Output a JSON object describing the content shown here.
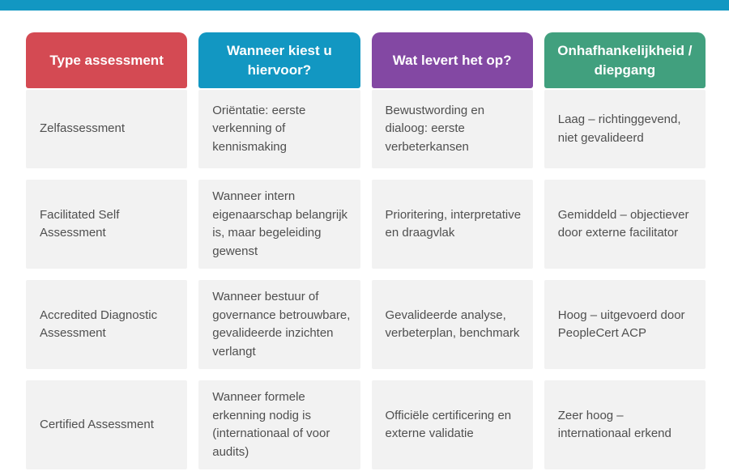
{
  "page": {
    "accent_bar_color": "#1297c2",
    "cell_background": "#f2f2f2",
    "cell_text_color": "#4f4f4f"
  },
  "chart_data": {
    "type": "table",
    "title": "",
    "columns": [
      {
        "label": "Type assessment",
        "color": "#d44a53"
      },
      {
        "label": "Wanneer kiest u hiervoor?",
        "color": "#1297c2"
      },
      {
        "label": "Wat levert het op?",
        "color": "#8348a3"
      },
      {
        "label": "Onhafhankelijkheid / diepgang",
        "color": "#41a07e"
      }
    ],
    "rows": [
      {
        "cells": [
          "Zelfassessment",
          "Oriëntatie: eerste verkenning of kennismaking",
          "Bewustwording en dialoog: eerste verbeterkansen",
          "Laag – richtinggevend, niet gevalideerd"
        ]
      },
      {
        "cells": [
          "Facilitated Self Assessment",
          "Wanneer intern eigenaarschap belangrijk is, maar begeleiding gewenst",
          "Prioritering, interpretative en draagvlak",
          "Gemiddeld – objectiever door externe facilitator"
        ]
      },
      {
        "cells": [
          "Accredited Diagnostic Assessment",
          "Wanneer bestuur of governance betrouwbare, gevalideerde inzichten verlangt",
          "Gevalideerde analyse, verbeterplan, benchmark",
          "Hoog – uitgevoerd door PeopleCert ACP"
        ]
      },
      {
        "cells": [
          "Certified Assessment",
          "Wanneer formele erkenning nodig is (internationaal of voor audits)",
          "Officiële certificering en externe validatie",
          "Zeer hoog – internationaal erkend"
        ]
      }
    ]
  }
}
